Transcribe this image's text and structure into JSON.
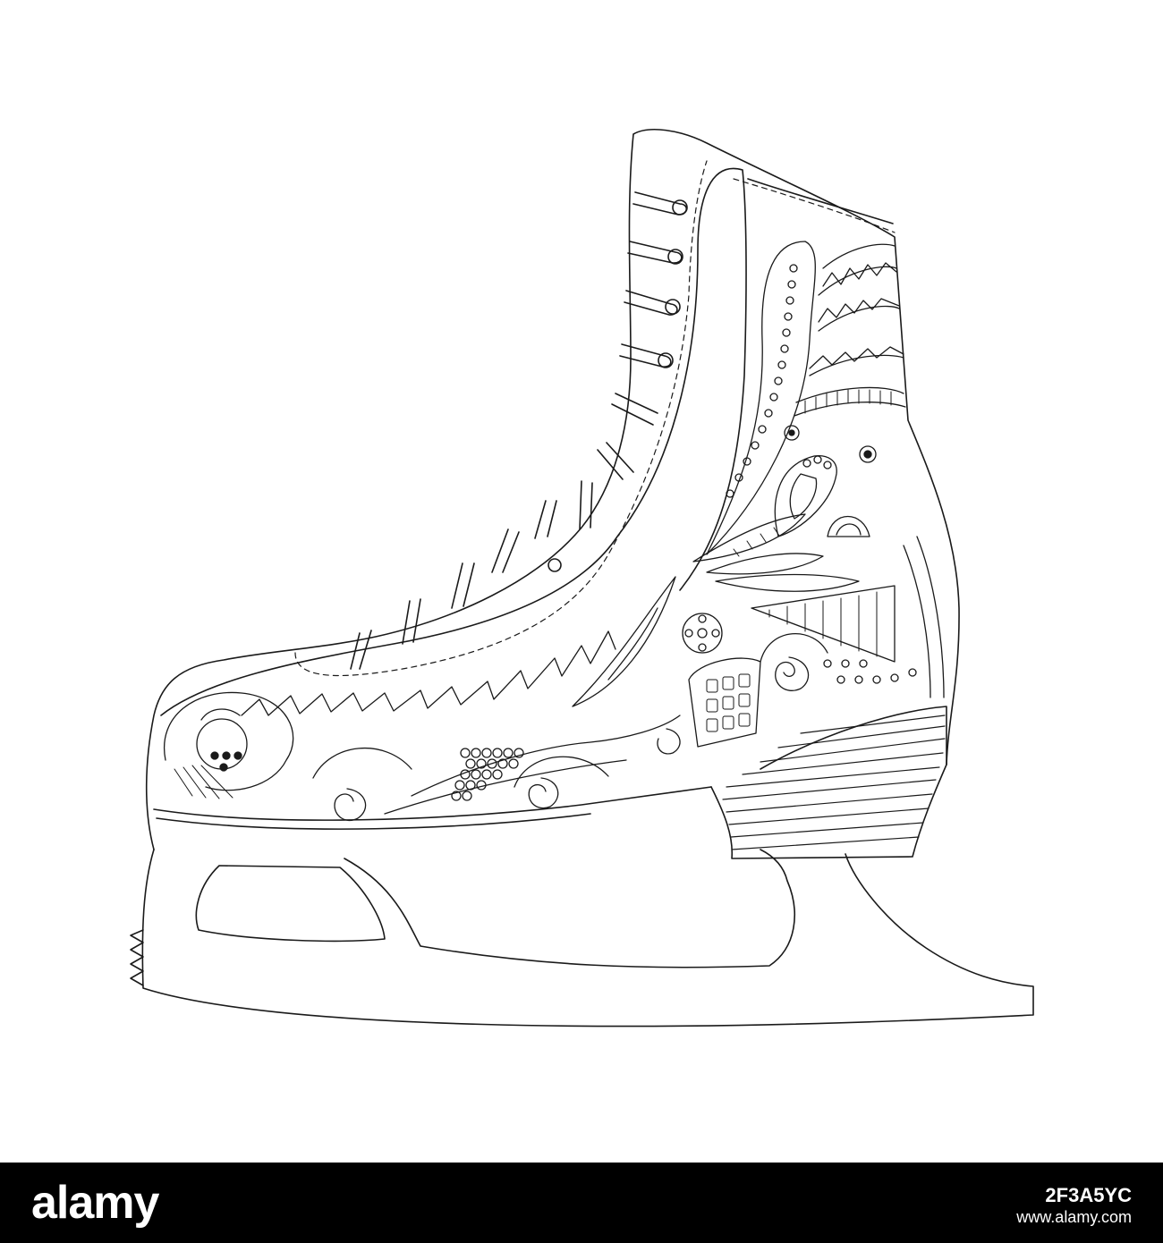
{
  "artwork": {
    "subject": "ice-skate",
    "style": "black line-art coloring page",
    "line_color": "#1a1a1a",
    "background_color": "#ffffff"
  },
  "watermark": {
    "logo": "alamy",
    "image_id": "2F3A5YC",
    "url": "www.alamy.com",
    "bar_color": "#000000",
    "text_color": "#ffffff"
  }
}
